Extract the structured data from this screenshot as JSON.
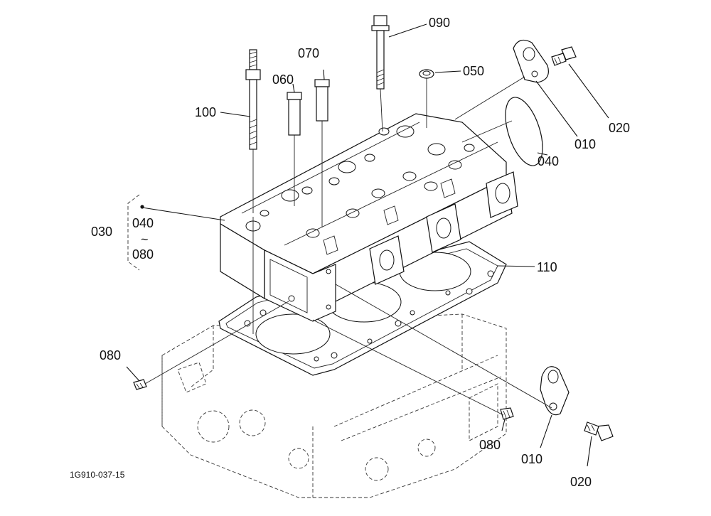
{
  "callouts": {
    "c090": "090",
    "c070": "070",
    "c060": "060",
    "c050": "050",
    "c100": "100",
    "c020_top": "020",
    "c010_top": "010",
    "c040_right": "040",
    "c030": "030",
    "c040_group": "040",
    "c_tilde": "~",
    "c080_group": "080",
    "c110": "110",
    "c080_left": "080",
    "c080_bottom": "080",
    "c010_bottom": "010",
    "c020_bottom": "020"
  },
  "drawing_code": "1G910-037-15"
}
